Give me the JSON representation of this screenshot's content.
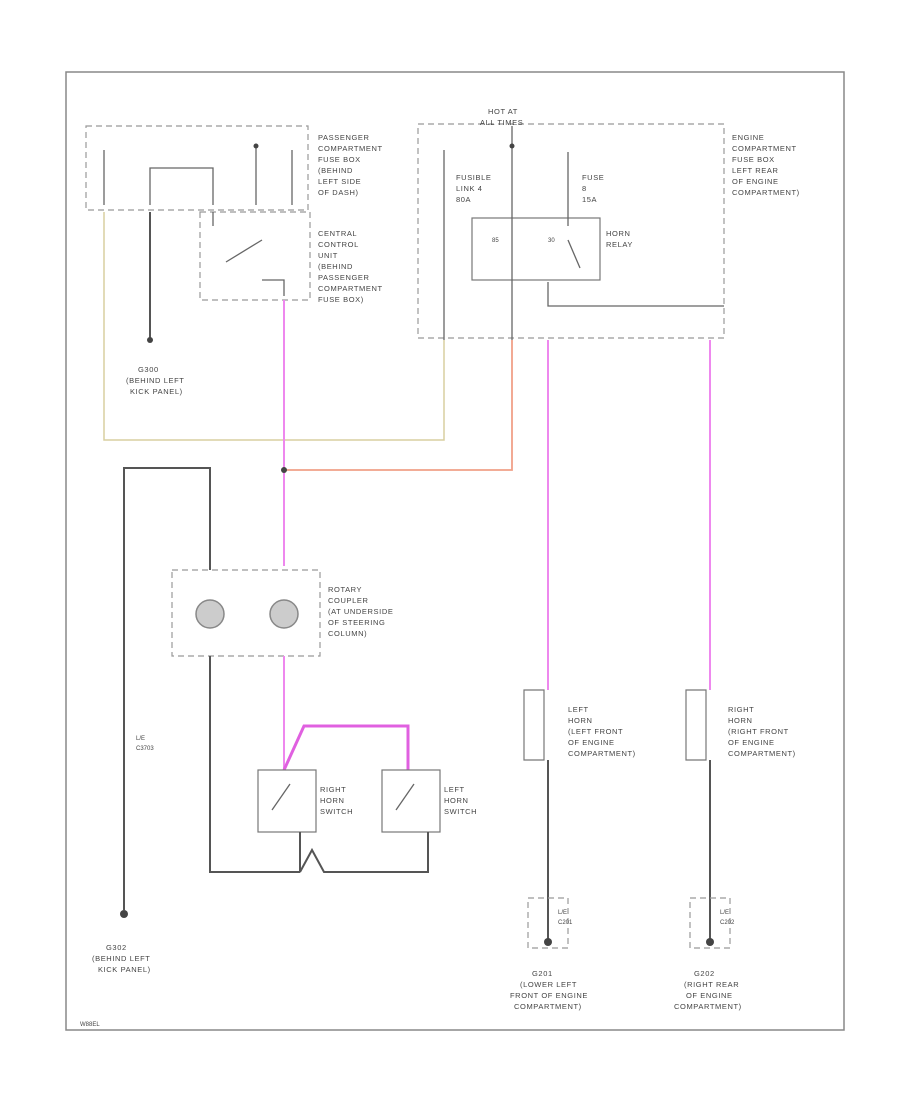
{
  "colors": {
    "wire_dark": "#555555",
    "wire_pink": "#ee88ee",
    "wire_pink_dark": "#e060e0",
    "wire_tan": "#d8cfa0",
    "wire_orange": "#f0a088",
    "border": "#888888"
  },
  "labels": {
    "hot_at_all_times": [
      "HOT AT",
      "ALL TIMES"
    ],
    "passenger_fuse_box": [
      "PASSENGER",
      "COMPARTMENT",
      "FUSE BOX",
      "(BEHIND",
      "LEFT SIDE",
      "OF DASH)"
    ],
    "central_control_unit": [
      "CENTRAL",
      "CONTROL",
      "UNIT",
      "(BEHIND",
      "PASSENGER",
      "COMPARTMENT",
      "FUSE BOX)"
    ],
    "engine_fuse_box": [
      "ENGINE",
      "COMPARTMENT",
      "FUSE BOX",
      "LEFT REAR",
      "OF ENGINE",
      "COMPARTMENT)"
    ],
    "fusible_link": [
      "FUSIBLE",
      "LINK 4",
      "80A"
    ],
    "fuse_8": [
      "FUSE",
      "8",
      "15A"
    ],
    "horn_relay": [
      "HORN",
      "RELAY"
    ],
    "ground_left_kick": [
      "G300",
      "(BEHIND LEFT",
      "KICK PANEL)"
    ],
    "rotary_coupler": [
      "ROTARY",
      "COUPLER",
      "(AT UNDERSIDE",
      "OF STEERING",
      "COLUMN)"
    ],
    "right_horn_switch": [
      "RIGHT",
      "HORN",
      "SWITCH"
    ],
    "left_horn_switch": [
      "LEFT",
      "HORN",
      "SWITCH"
    ],
    "left_horn": [
      "LEFT",
      "HORN",
      "(LEFT FRONT",
      "OF ENGINE",
      "COMPARTMENT)"
    ],
    "right_horn": [
      "RIGHT",
      "HORN",
      "(RIGHT FRONT",
      "OF ENGINE",
      "COMPARTMENT)"
    ],
    "ground_left_kick_2": [
      "G302",
      "(BEHIND LEFT",
      "KICK PANEL)"
    ],
    "ground_left_front": [
      "G201",
      "(LOWER LEFT",
      "FRONT OF ENGINE",
      "COMPARTMENT)"
    ],
    "ground_right_rear": [
      "G202",
      "(RIGHT REAR",
      "OF ENGINE",
      "COMPARTMENT)"
    ],
    "lc_c3703": [
      "L/E",
      "C3703"
    ],
    "lc_c201": [
      "L/E",
      "C201"
    ],
    "lc_c202": [
      "L/E",
      "C202"
    ],
    "relay_pins": [
      "85",
      "30"
    ],
    "footer_code": "W88EL"
  }
}
